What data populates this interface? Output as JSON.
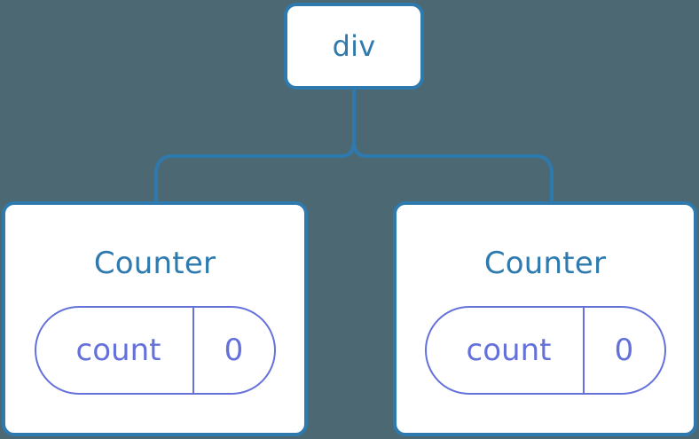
{
  "diagram": {
    "type": "component-tree",
    "title": "React component tree with local state",
    "background_color": "#4c6873",
    "node_border_color": "#2e7aae",
    "node_fill_color": "#ffffff",
    "edge_color": "#2e7aae",
    "title_text_color": "#2e7aae",
    "state_accent_color": "#6471da"
  },
  "root": {
    "label": "div"
  },
  "children": [
    {
      "label": "Counter",
      "state": {
        "key": "count",
        "value": "0"
      }
    },
    {
      "label": "Counter",
      "state": {
        "key": "count",
        "value": "0"
      }
    }
  ],
  "edges": [
    {
      "from": "div",
      "to": "Counter (left)"
    },
    {
      "from": "div",
      "to": "Counter (right)"
    }
  ]
}
